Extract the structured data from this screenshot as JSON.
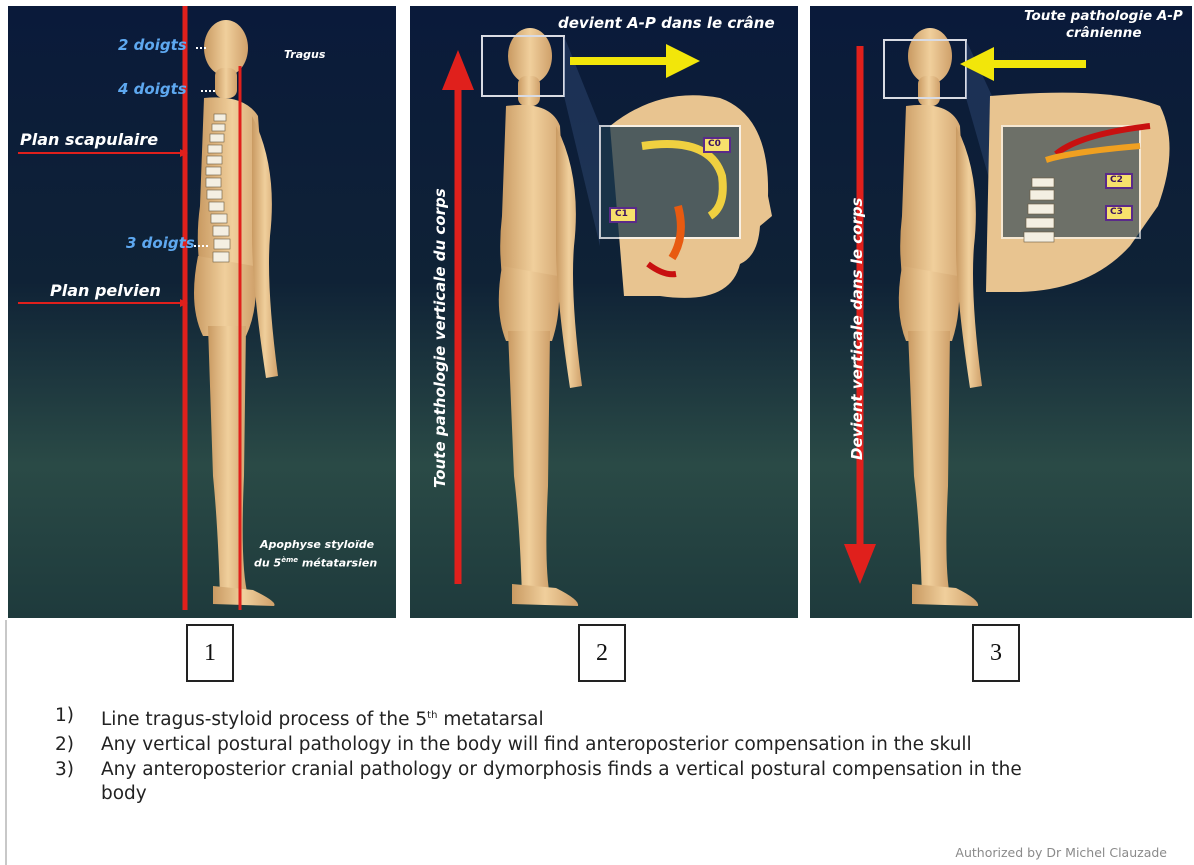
{
  "panels": [
    {
      "number": "1",
      "labels": {
        "two_fingers": "2 doigts",
        "four_fingers": "4 doigts",
        "tragus": "Tragus",
        "scapular_plane": "Plan scapulaire",
        "three_fingers": "3 doigts",
        "pelvic_plane": "Plan pelvien",
        "styloid_line1": "Apophyse styloïde",
        "styloid_line2_pre": "du 5",
        "styloid_line2_sup": "ème",
        "styloid_line2_post": " métatarsien"
      }
    },
    {
      "number": "2",
      "labels": {
        "top_arrow": "devient A-P dans le crâne",
        "vertical": "Toute pathologie verticale du corps",
        "c0": "C0",
        "c1": "C1"
      }
    },
    {
      "number": "3",
      "labels": {
        "top_line1": "Toute pathologie A-P",
        "top_line2": "crânienne",
        "vertical": "Devient verticale dans le corps",
        "c2": "C2",
        "c3": "C3"
      }
    }
  ],
  "legend": [
    {
      "num": "1)",
      "text_pre": "Line tragus-styloid process of the 5",
      "sup": "th",
      "text_post": " metatarsal"
    },
    {
      "num": "2)",
      "text": "Any vertical postural pathology in the body will find anteroposterior compensation in the skull"
    },
    {
      "num": "3)",
      "text_line1": "Any anteroposterior cranial pathology or dymorphosis finds a vertical postural compensation in the",
      "text_line2": "body"
    }
  ],
  "credit": "Authorized by Dr Michel Clauzade",
  "colors": {
    "background_panel": "#0f2233",
    "red_line": "#e0201c",
    "yellow_arrow": "#f2e60a",
    "body": "#e7c18d"
  }
}
